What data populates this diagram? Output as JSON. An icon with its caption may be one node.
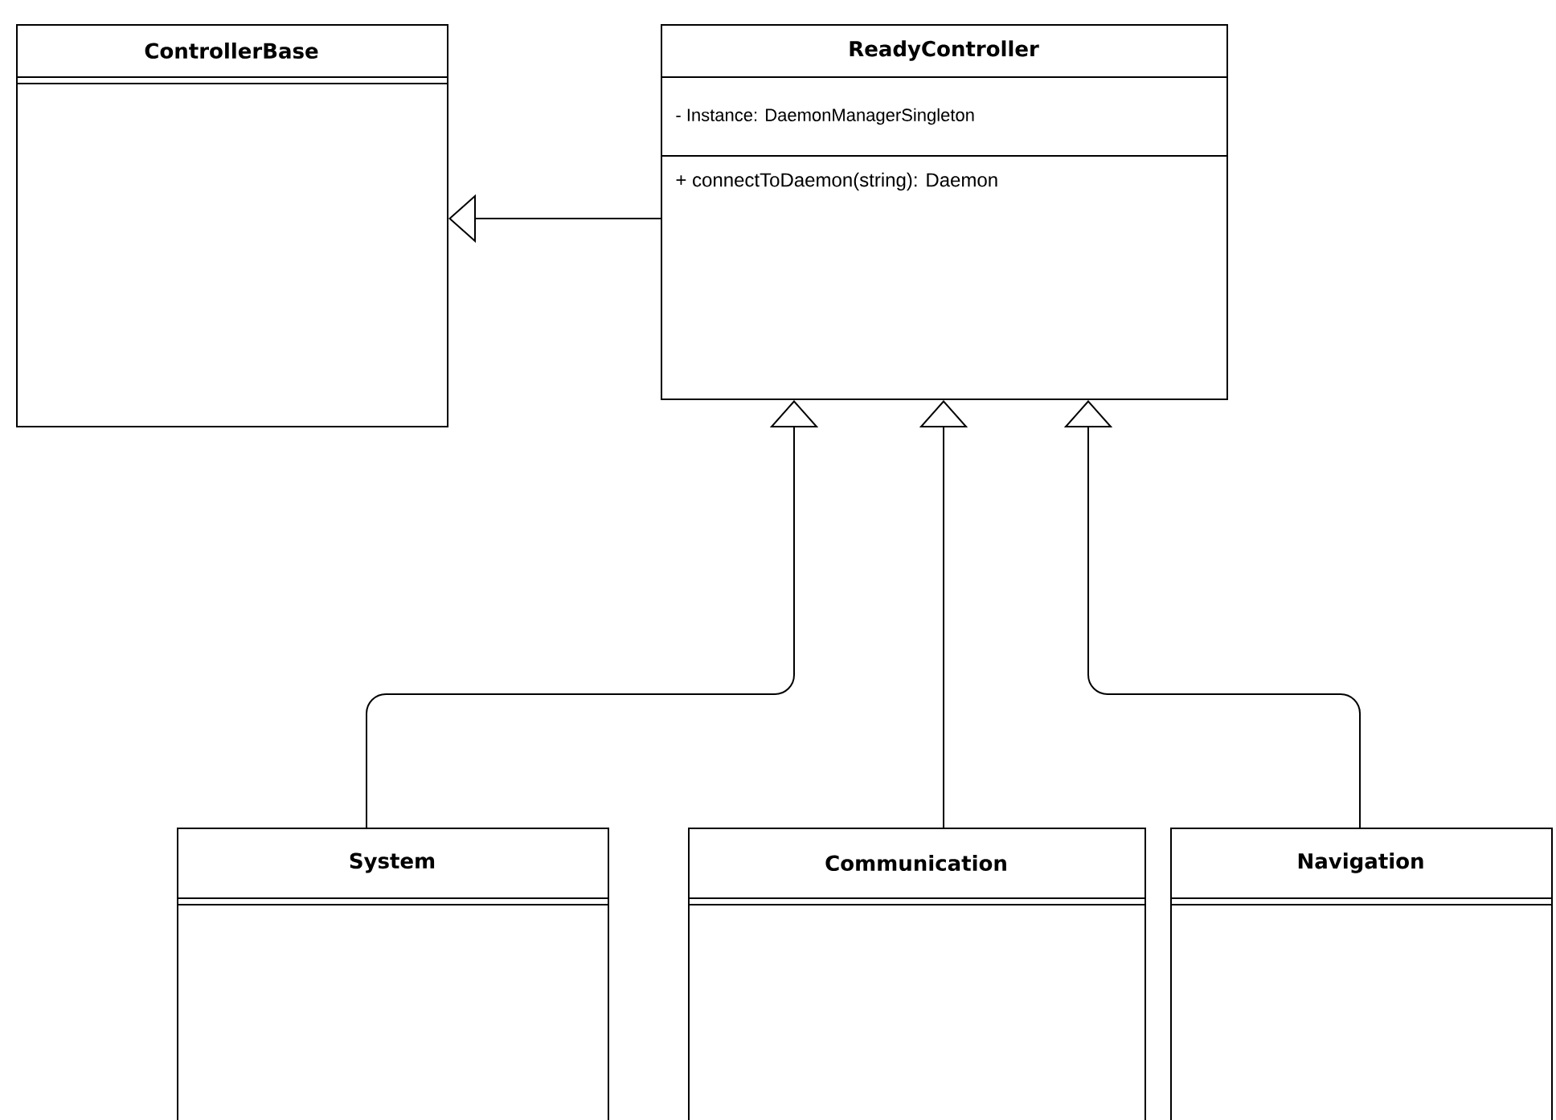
{
  "diagram": {
    "nodes": [
      {
        "text": [
          "ControllerBase"
        ]
      },
      {
        "text": [
          "ReadyController",
          "- Instance: DaemonManagerSingleton",
          "+ connectToDaemon(string): Daemon"
        ]
      },
      {
        "text": [
          "System"
        ]
      },
      {
        "text": [
          "Communication"
        ]
      },
      {
        "text": [
          "Navigation"
        ]
      }
    ],
    "edges": [
      {
        "from": 1,
        "to": 0,
        "arrow": "to"
      },
      {
        "from": 2,
        "to": 1,
        "arrow": "to"
      },
      {
        "from": 3,
        "to": 1,
        "arrow": "to"
      },
      {
        "from": 4,
        "to": 1,
        "arrow": "to"
      }
    ]
  }
}
